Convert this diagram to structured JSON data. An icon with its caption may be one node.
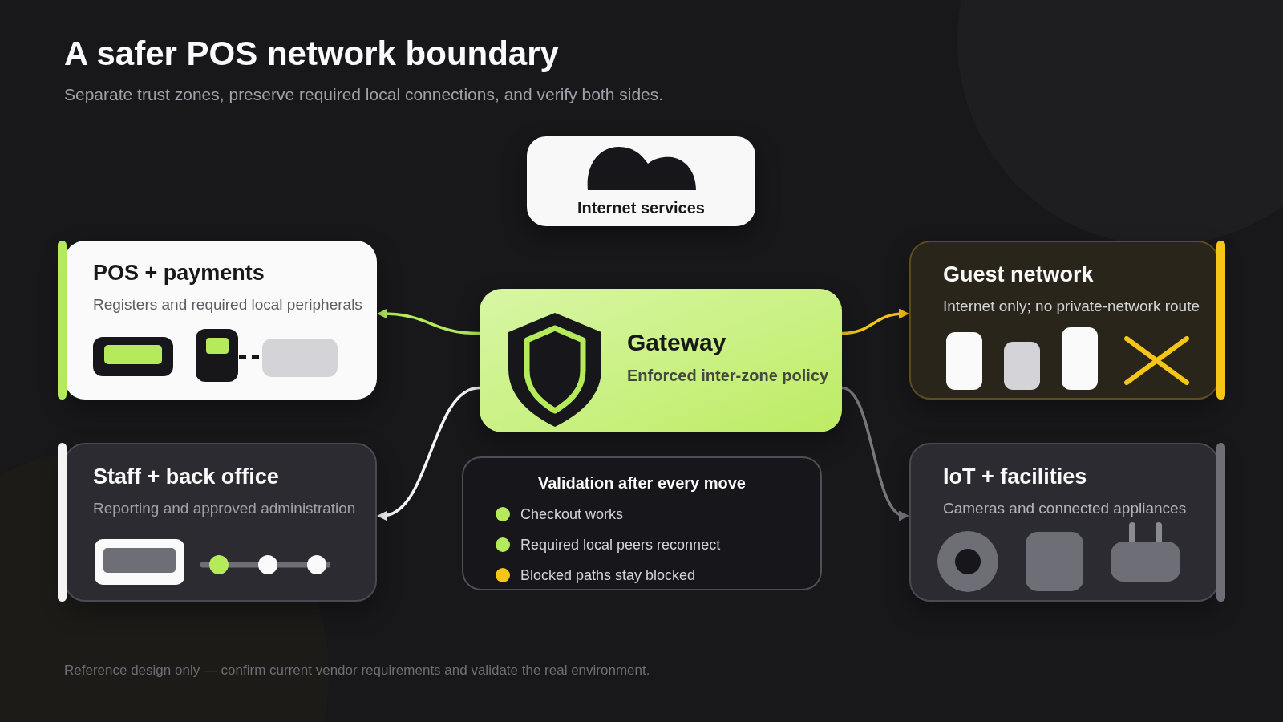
{
  "diagram": {
    "title": "A safer POS network boundary",
    "nodes": [
      {
        "text": [
          "Internet services"
        ]
      },
      {
        "text": [
          "POS + payments",
          "Registers and required local peripherals"
        ]
      },
      {
        "text": [
          "Gateway",
          "Enforced inter-zone policy"
        ]
      },
      {
        "text": [
          "Guest network",
          "Internet only; no private-network route"
        ]
      },
      {
        "text": [
          "Staff + back office",
          "Reporting and approved administration"
        ]
      },
      {
        "text": [
          "Validation after every move",
          "Checkout works",
          "Required local peers reconnect",
          "Blocked paths stay blocked"
        ]
      },
      {
        "text": [
          "IoT + facilities",
          "Cameras and connected appliances"
        ]
      }
    ],
    "edges": [
      {
        "from": 2,
        "to": 1,
        "arrow": "to",
        "color": "#b5ea5a"
      },
      {
        "from": 2,
        "to": 3,
        "arrow": "to",
        "color": "#f5c518"
      },
      {
        "from": 2,
        "to": 4,
        "arrow": "to",
        "color": "#f4f4f5"
      },
      {
        "from": 2,
        "to": 6,
        "arrow": "to",
        "color": "#77777e"
      }
    ],
    "labels": [
      "Separate trust zones, preserve required local connections, and verify both sides.",
      "Reference design only — confirm current vendor requirements and validate the real environment."
    ]
  }
}
